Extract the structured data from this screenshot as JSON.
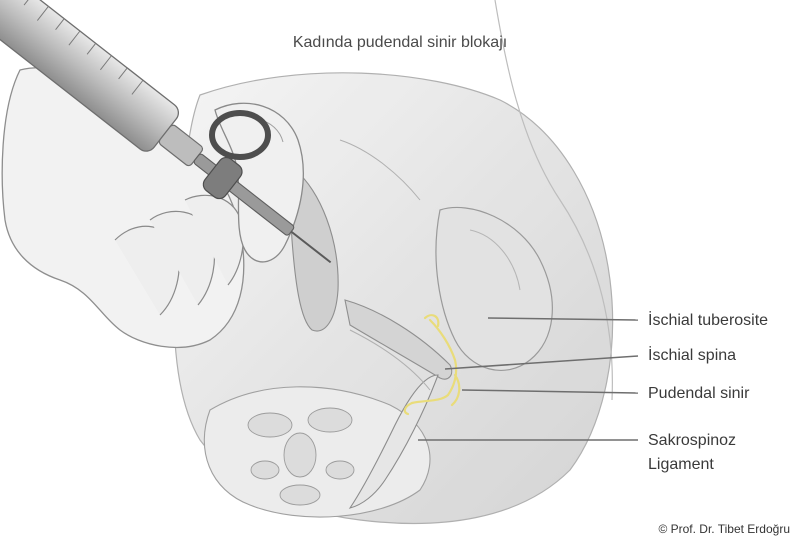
{
  "title": "Kadında pudendal sinir blokajı",
  "labels": {
    "ischial_tuberosity": "İschial tuberosite",
    "ischial_spine": "İschial spina",
    "pudendal_nerve": "Pudendal sinir",
    "sacrospinous_line1": "Sakrospinoz",
    "sacrospinous_line2": "Ligament"
  },
  "credit": "© Prof. Dr. Tibet Erdoğru",
  "colors": {
    "nerve": "#e9dc7a",
    "leader": "#6e6e6e",
    "outline": "#9a9a9a",
    "shade": "#d9d9d9"
  },
  "icons": [
    "syringe-illustration",
    "hand-illustration",
    "pelvis-illustration",
    "nerve-illustration"
  ]
}
